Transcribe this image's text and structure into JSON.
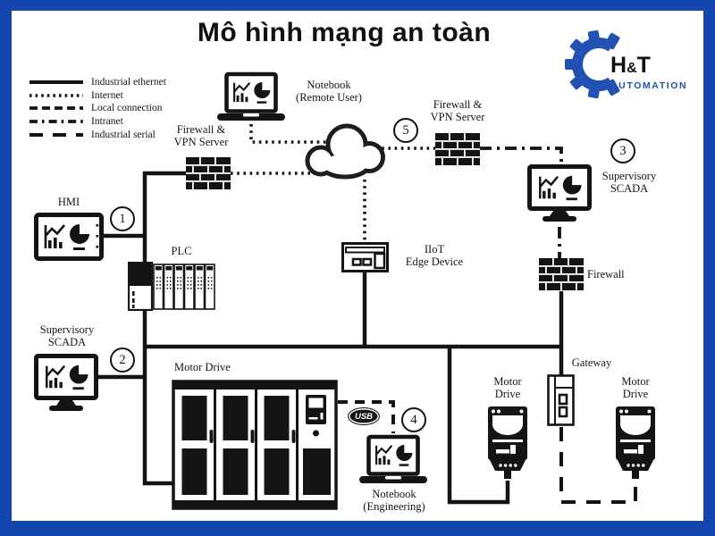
{
  "title": "Mô hình mạng an toàn",
  "logo": {
    "brand_h": "H",
    "brand_amp": "&",
    "brand_t": "T",
    "subtitle": "AUTOMATION"
  },
  "legend": {
    "items": [
      {
        "style": "solid",
        "label": "Industrial ethernet"
      },
      {
        "style": "dotted",
        "label": "Internet"
      },
      {
        "style": "dashed",
        "label": "Local connection"
      },
      {
        "style": "dashdot",
        "label": "Intranet"
      },
      {
        "style": "serial",
        "label": "Industrial serial"
      }
    ]
  },
  "nodes": {
    "notebook_remote": {
      "label": "Notebook\n(Remote User)"
    },
    "firewall_vpn_left": {
      "label": "Firewall &\nVPN Server"
    },
    "firewall_vpn_right": {
      "label": "Firewall &\nVPN Server"
    },
    "scada_right": {
      "label": "Supervisory\nSCADA"
    },
    "firewall_right": {
      "label": "Firewall"
    },
    "hmi": {
      "label": "HMI"
    },
    "plc": {
      "label": "PLC"
    },
    "scada_left": {
      "label": "Supervisory\nSCADA"
    },
    "iiot": {
      "label": "IIoT\nEdge Device"
    },
    "motor_drive_cabinet": {
      "label": "Motor Drive"
    },
    "motor_drive_left": {
      "label": "Motor\nDrive"
    },
    "gateway": {
      "label": "Gateway"
    },
    "motor_drive_right": {
      "label": "Motor\nDrive"
    },
    "notebook_eng": {
      "label": "Notebook\n(Engineering)"
    }
  },
  "badges": {
    "b1": "1",
    "b2": "2",
    "b3": "3",
    "b4": "4",
    "b5": "5"
  },
  "usb": {
    "label": "USB"
  },
  "colors": {
    "frame_blue": "#1347ae",
    "logo_blue": "#2152b3",
    "line_black": "#141414"
  }
}
